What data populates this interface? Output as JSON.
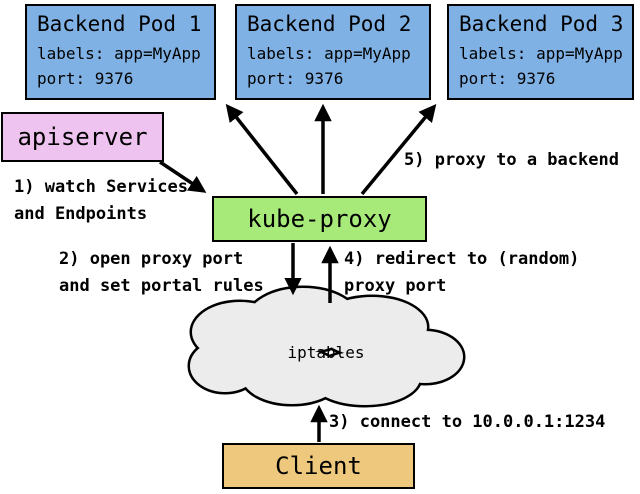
{
  "diagram": {
    "pods": [
      {
        "title": "Backend Pod 1",
        "labels_line": "labels: app=MyApp",
        "port_line": "port: 9376"
      },
      {
        "title": "Backend Pod 2",
        "labels_line": "labels: app=MyApp",
        "port_line": "port: 9376"
      },
      {
        "title": "Backend Pod 3",
        "labels_line": "labels: app=MyApp",
        "port_line": "port: 9376"
      }
    ],
    "apiserver_label": "apiserver",
    "kube_proxy_label": "kube-proxy",
    "iptables_label": "iptables",
    "client_label": "Client",
    "annotations": {
      "step1_line1": "1) watch Services",
      "step1_line2": "and Endpoints",
      "step2_line1": "2) open proxy port",
      "step2_line2": "and set portal rules",
      "step3_line1": "3) connect to 10.0.0.1:1234",
      "step4_line1": "4) redirect to (random)",
      "step4_line2": "proxy port",
      "step5_line1": "5) proxy to a backend"
    },
    "colors": {
      "pod_fill": "#7FB1E5",
      "apiserver_fill": "#EEC3F0",
      "kube_proxy_fill": "#A7EA7A",
      "client_fill": "#EEC87D",
      "cloud_fill": "#ECECEC",
      "line_color": "#000000"
    }
  }
}
